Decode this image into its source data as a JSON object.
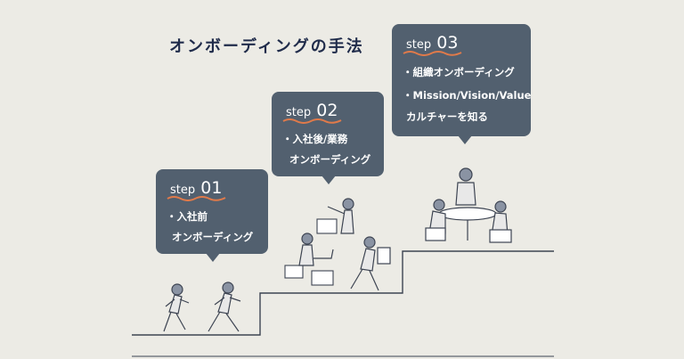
{
  "title": "オンボーディングの手法",
  "steps": [
    {
      "label": "step",
      "number": "01",
      "lines": [
        "・入社前",
        "オンボーディング"
      ]
    },
    {
      "label": "step",
      "number": "02",
      "lines": [
        "・入社後/業務",
        "オンボーディング"
      ]
    },
    {
      "label": "step",
      "number": "03",
      "lines": [
        "・組織オンボーディング",
        "・Mission/Vision/Value",
        "カルチャーを知る"
      ]
    }
  ],
  "colors": {
    "background": "#ecebe5",
    "bubble": "#52606f",
    "title": "#1f2b4a",
    "accent_underline": "#e07a4a",
    "line_art": "#3d4452"
  }
}
